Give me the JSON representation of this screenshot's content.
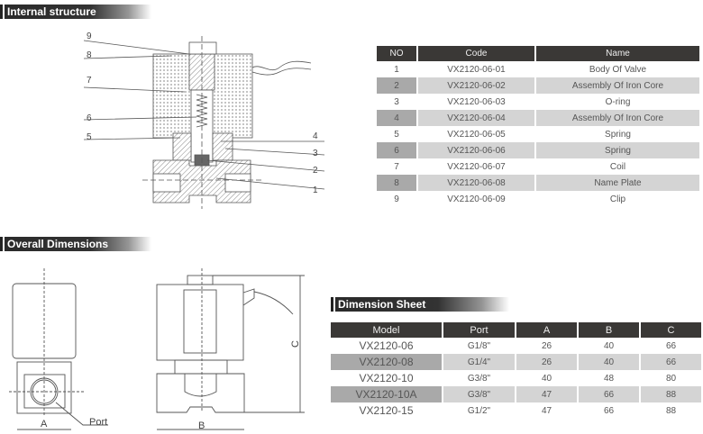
{
  "sections": {
    "internal": "Internal structure",
    "overall": "Overall Dimensions",
    "sheet": "Dimension Sheet"
  },
  "parts": {
    "headers": [
      "NO",
      "Code",
      "Name"
    ],
    "rows": [
      [
        "1",
        "VX2120-06-01",
        "Body Of Valve"
      ],
      [
        "2",
        "VX2120-06-02",
        "Assembly Of Iron Core"
      ],
      [
        "3",
        "VX2120-06-03",
        "O-ring"
      ],
      [
        "4",
        "VX2120-06-04",
        "Assembly Of Iron Core"
      ],
      [
        "5",
        "VX2120-06-05",
        "Spring"
      ],
      [
        "6",
        "VX2120-06-06",
        "Spring"
      ],
      [
        "7",
        "VX2120-06-07",
        "Coil"
      ],
      [
        "8",
        "VX2120-06-08",
        "Name Plate"
      ],
      [
        "9",
        "VX2120-06-09",
        "Clip"
      ]
    ]
  },
  "dimensions": {
    "headers": [
      "Model",
      "Port",
      "A",
      "B",
      "C"
    ],
    "rows": [
      [
        "VX2120-06",
        "G1/8\"",
        "26",
        "40",
        "66"
      ],
      [
        "VX2120-08",
        "G1/4\"",
        "26",
        "40",
        "66"
      ],
      [
        "VX2120-10",
        "G3/8\"",
        "40",
        "48",
        "80"
      ],
      [
        "VX2120-10A",
        "G3/8\"",
        "47",
        "66",
        "88"
      ],
      [
        "VX2120-15",
        "G1/2\"",
        "47",
        "66",
        "88"
      ]
    ]
  },
  "diagram": {
    "left_labels": [
      "9",
      "8",
      "7",
      "6",
      "5"
    ],
    "right_labels": [
      "4",
      "3",
      "2",
      "1"
    ],
    "dim_a": "A",
    "dim_b": "B",
    "dim_c": "C",
    "port": "Port"
  }
}
